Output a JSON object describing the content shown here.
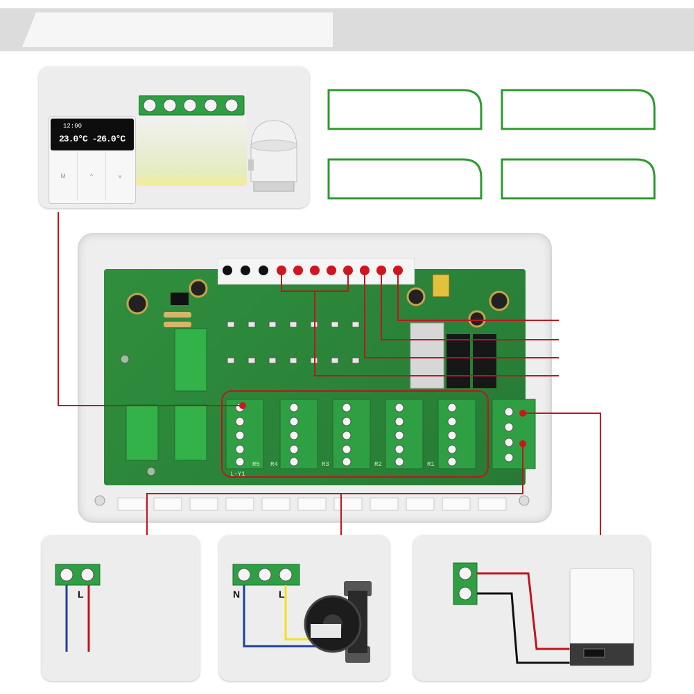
{
  "thermostat": {
    "display_time": "12:00",
    "display_temps": "23.0°C -26.0°C",
    "buttons": [
      "M",
      "^",
      "v"
    ]
  },
  "relay_labels": [
    "R5",
    "R4",
    "R3",
    "R2",
    "R1"
  ],
  "pcb_label": "L-Y1",
  "pump_panel": {
    "labels": [
      "N",
      "L"
    ]
  },
  "power_panel": {
    "label": "L"
  },
  "colors": {
    "wire_red": "#c0151d",
    "wire_blue": "#1f3f9c",
    "wire_yellow": "#f2e11e",
    "pcb": "#2d8a3a",
    "terminal": "#33b24a"
  }
}
